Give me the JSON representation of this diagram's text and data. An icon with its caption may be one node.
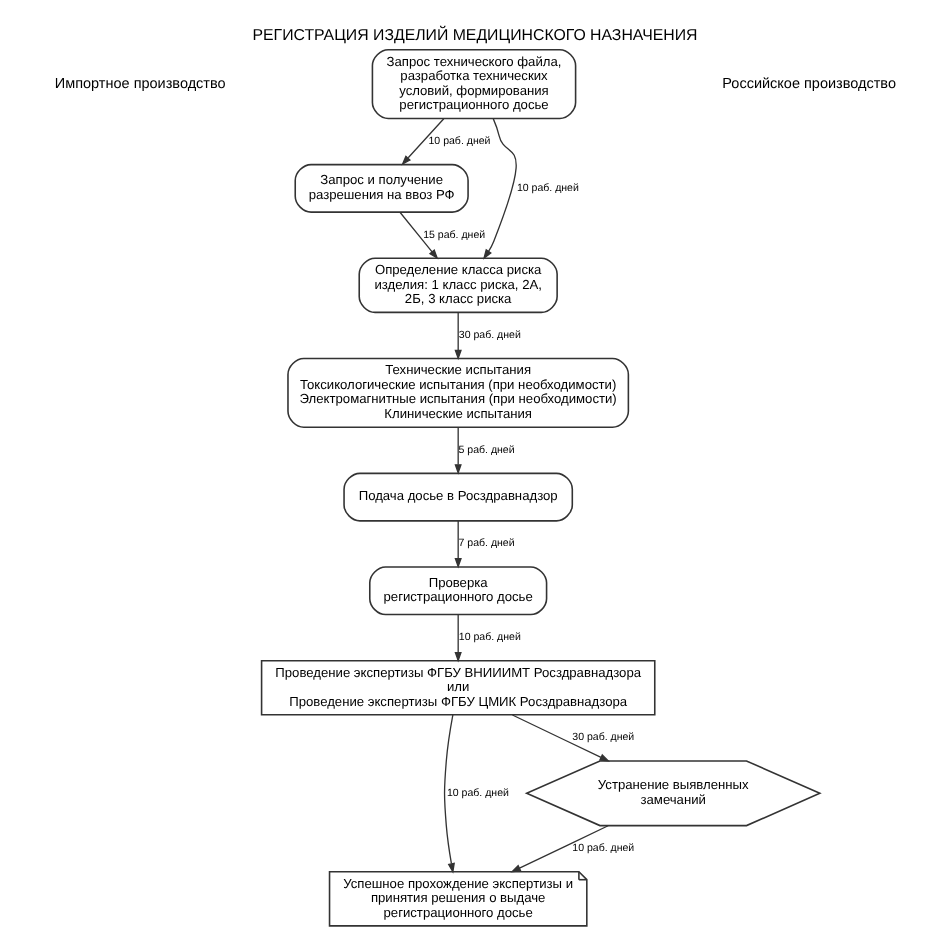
{
  "diagram": {
    "title": "РЕГИСТРАЦИЯ ИЗДЕЛИЙ МЕДИЦИНСКОГО НАЗНАЧЕНИЯ",
    "nodes": [
      {
        "text": [
          "Запрос технического файла, разработка технических условий, формирования регистрационного досье"
        ]
      },
      {
        "text": [
          "Запрос и получение разрешения на ввоз РФ"
        ]
      },
      {
        "text": [
          "Определение класса риска изделия: 1 класс риска, 2А, 2Б, 3 класс риска"
        ]
      },
      {
        "text": [
          "Технические испытания",
          "Токсикологические испытания (при необходимости)",
          "Электромагнитные испытания (при необходимости)",
          "Клинические испытания"
        ]
      },
      {
        "text": [
          "Подача досье в Росздравнадзор"
        ]
      },
      {
        "text": [
          "Проверка регистрационного досье"
        ]
      },
      {
        "text": [
          "Проведение экспертизы ФГБУ ВНИИИМТ Росздравнадзора",
          "или",
          "Проведение экспертизы ФГБУ ЦМИК Росздравнадзора"
        ]
      },
      {
        "text": [
          "Устранение выявленных замечаний"
        ]
      },
      {
        "text": [
          "Успешное прохождение экспертизы и принятия решения о выдаче регистрационного досье"
        ]
      }
    ],
    "edges": [
      {
        "from": 0,
        "to": 1,
        "arrow": "to",
        "label": "10 раб. дней"
      },
      {
        "from": 0,
        "to": 2,
        "arrow": "to",
        "label": "10 раб. дней"
      },
      {
        "from": 1,
        "to": 2,
        "arrow": "to",
        "label": "15 раб. дней"
      },
      {
        "from": 2,
        "to": 3,
        "arrow": "to",
        "label": "30 раб. дней"
      },
      {
        "from": 3,
        "to": 4,
        "arrow": "to",
        "label": "5 раб. дней"
      },
      {
        "from": 4,
        "to": 5,
        "arrow": "to",
        "label": "7 раб. дней"
      },
      {
        "from": 5,
        "to": 6,
        "arrow": "to",
        "label": "10 раб. дней"
      },
      {
        "from": 6,
        "to": 8,
        "arrow": "to",
        "label": "10 раб. дней"
      },
      {
        "from": 6,
        "to": 7,
        "arrow": "to",
        "label": "30 раб. дней"
      },
      {
        "from": 7,
        "to": 8,
        "arrow": "to",
        "label": "10 раб. дней"
      }
    ],
    "labels": [
      "Импортное производство",
      "Российское производство"
    ]
  }
}
